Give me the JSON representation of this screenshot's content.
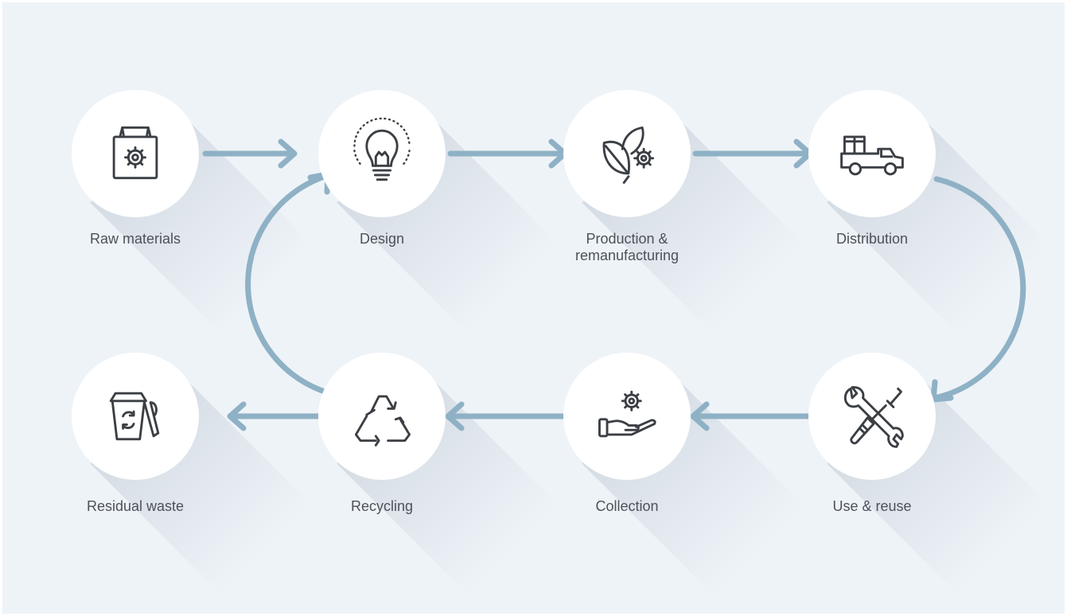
{
  "colors": {
    "background": "#eef3f8",
    "circle": "#ffffff",
    "arrow": "#8fb1c5",
    "icon": "#3b3f44",
    "label": "#4d5258"
  },
  "steps": {
    "raw_materials": {
      "label": "Raw materials",
      "icon": "box-gear-icon"
    },
    "design": {
      "label": "Design",
      "icon": "lightbulb-icon"
    },
    "production": {
      "label": "Production &\nremanufacturing",
      "icon": "leaves-gear-icon"
    },
    "distribution": {
      "label": "Distribution",
      "icon": "truck-icon"
    },
    "use_reuse": {
      "label": "Use & reuse",
      "icon": "wrench-screwdriver-icon"
    },
    "collection": {
      "label": "Collection",
      "icon": "hand-gear-icon"
    },
    "recycling": {
      "label": "Recycling",
      "icon": "recycle-icon"
    },
    "residual_waste": {
      "label": "Residual waste",
      "icon": "recycle-bin-icon"
    }
  }
}
